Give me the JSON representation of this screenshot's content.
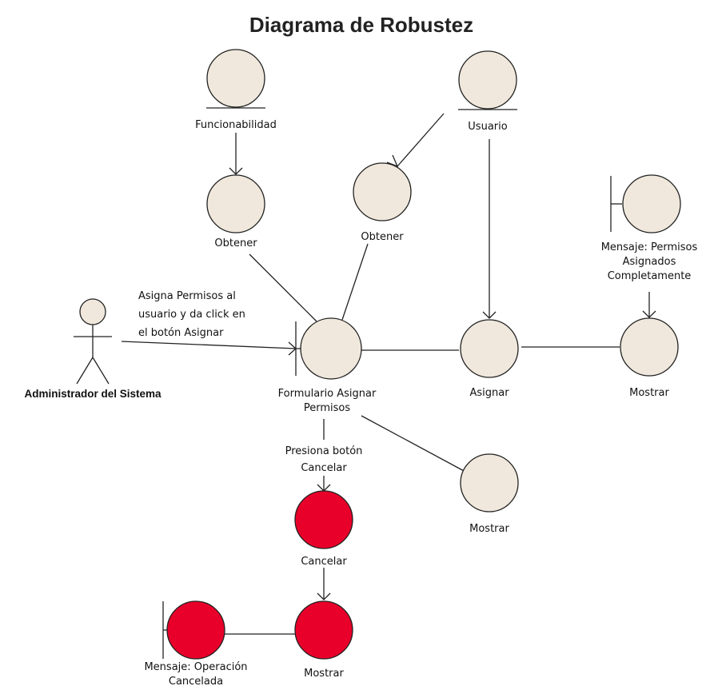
{
  "title": "Diagrama de Robustez",
  "colors": {
    "default_fill": "#F0E8DC",
    "alt_fill": "#E8002A",
    "stroke": "#222222",
    "background": "#FFFFFF"
  },
  "actor": {
    "label": "Administrador del Sistema",
    "icon": "stick-figure-icon"
  },
  "nodes": {
    "funcionabilidad": {
      "label": "Funcionabilidad",
      "kind": "entity"
    },
    "usuario": {
      "label": "Usuario",
      "kind": "entity"
    },
    "obtener_left": {
      "label": "Obtener",
      "kind": "control"
    },
    "obtener_mid": {
      "label": "Obtener",
      "kind": "control"
    },
    "mensaje_permisos": {
      "label_lines": [
        "Mensaje: Permisos",
        "Asignados",
        "Completamente"
      ],
      "kind": "boundary"
    },
    "formulario": {
      "label_lines": [
        "Formulario Asignar",
        "Permisos"
      ],
      "kind": "boundary"
    },
    "asignar": {
      "label": "Asignar",
      "kind": "control"
    },
    "mostrar_right": {
      "label": "Mostrar",
      "kind": "control"
    },
    "mostrar_mid": {
      "label": "Mostrar",
      "kind": "control"
    },
    "cancelar": {
      "label": "Cancelar",
      "kind": "control",
      "highlighted": true
    },
    "mostrar_bottom": {
      "label": "Mostrar",
      "kind": "control",
      "highlighted": true
    },
    "mensaje_operacion": {
      "label_lines": [
        "Mensaje: Operación",
        "Cancelada"
      ],
      "kind": "boundary",
      "highlighted": true
    }
  },
  "messages": {
    "asigna_permisos": [
      "Asigna Permisos al",
      "usuario y da click en",
      "el botón Asignar"
    ],
    "presiona_cancelar": [
      "Presiona botón",
      "Cancelar"
    ]
  }
}
